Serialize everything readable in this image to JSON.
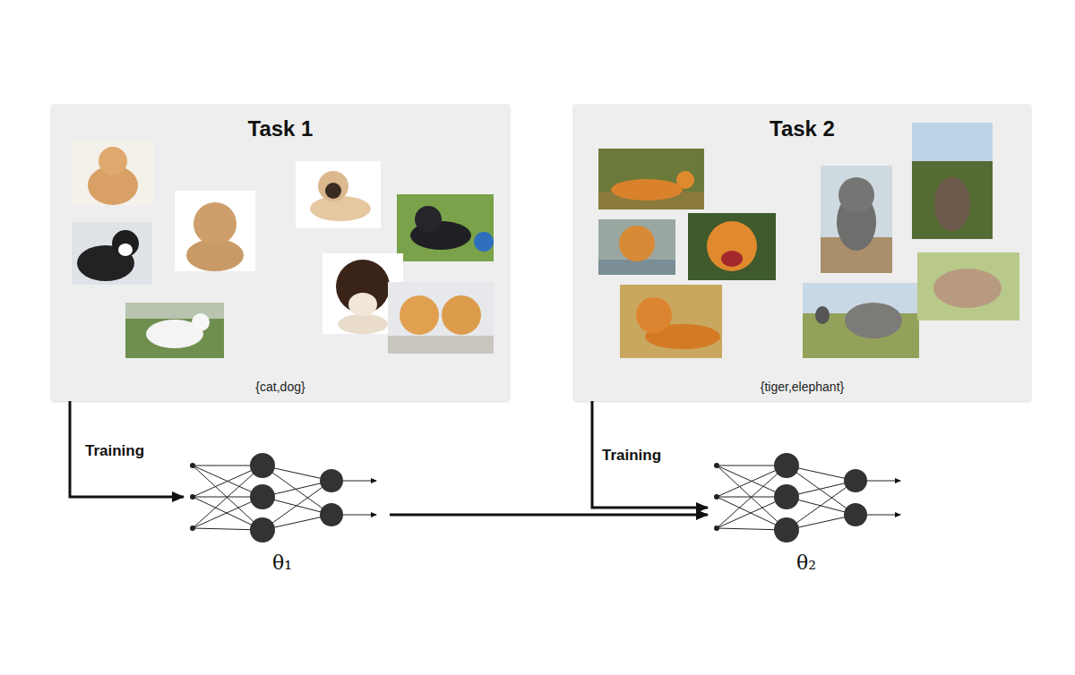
{
  "diagram": {
    "nodes": [
      {
        "text": [
          "Task 1",
          "{cat,dog}"
        ]
      },
      {
        "text": [
          "Task 2",
          "{tiger,elephant}"
        ]
      },
      {
        "text": [
          "θ₁"
        ]
      },
      {
        "text": [
          "θ₂"
        ]
      }
    ],
    "edges": [
      {
        "from": 0,
        "to": 2,
        "arrow": "to",
        "label": "Training"
      },
      {
        "from": 1,
        "to": 3,
        "arrow": "to",
        "label": "Training"
      },
      {
        "from": 2,
        "to": 3,
        "arrow": "to"
      }
    ]
  }
}
